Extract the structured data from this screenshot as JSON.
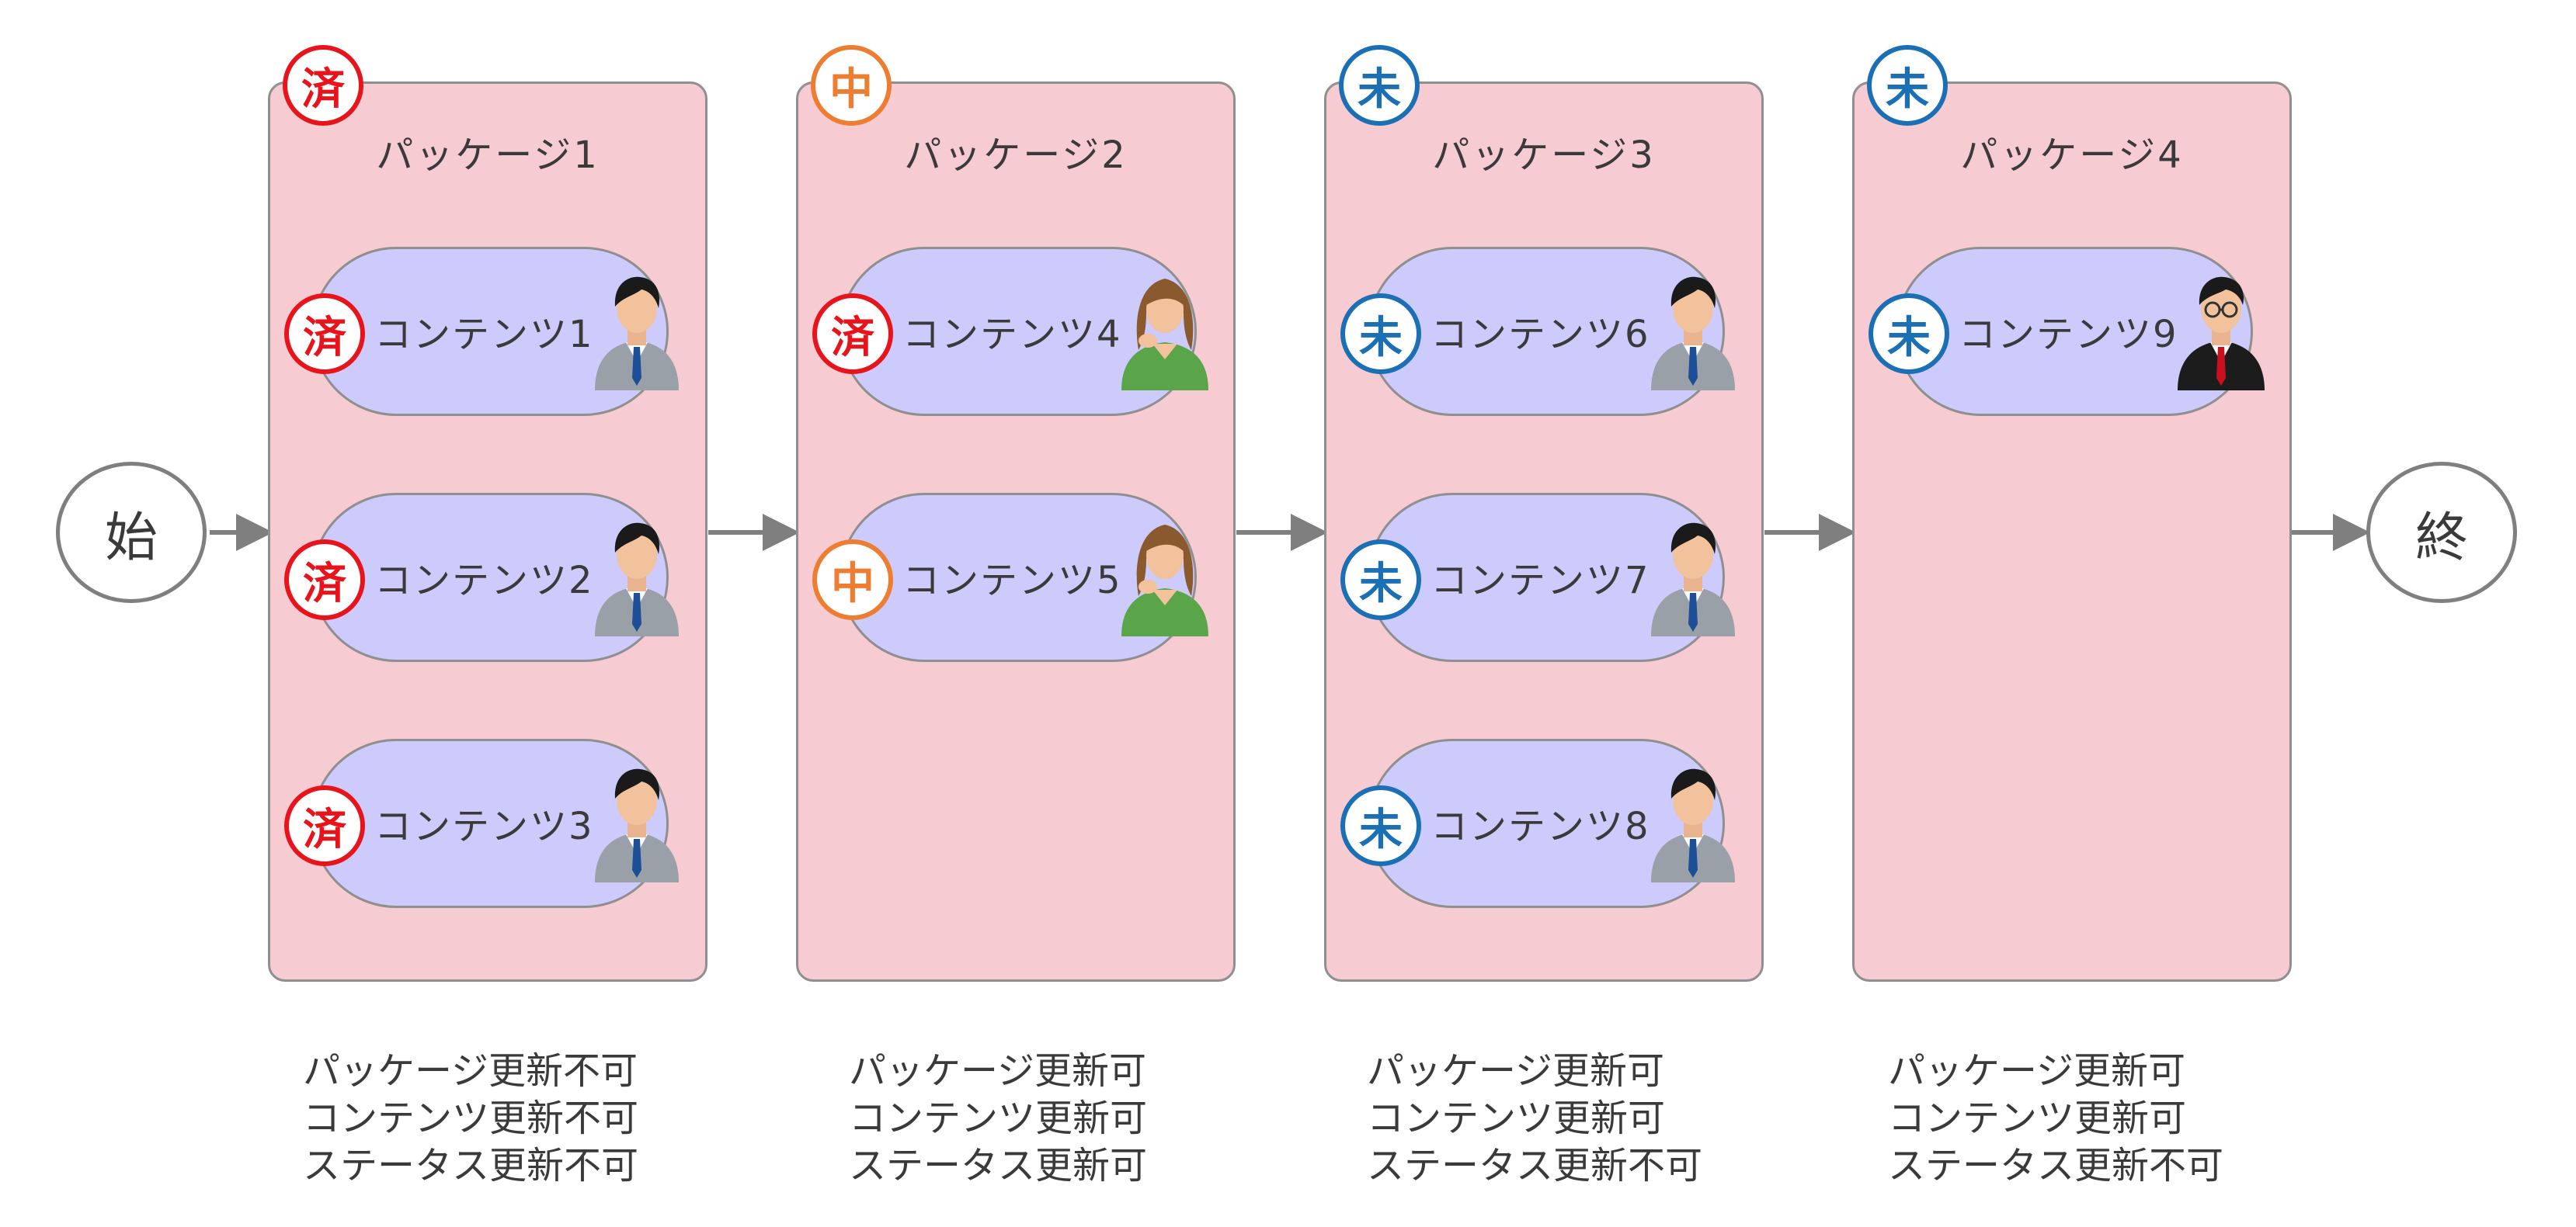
{
  "start_label": "始",
  "end_label": "終",
  "status_marks": {
    "done": "済",
    "in_progress": "中",
    "not_started": "未"
  },
  "colors": {
    "package_fill": "#f7cbd2",
    "content_fill": "#cccbfb",
    "done": "#e8141c",
    "in_progress": "#ed7d31",
    "not_started": "#1a6fb5",
    "connector": "#7f7f7f"
  },
  "packages": [
    {
      "title": "パッケージ1",
      "status": "done",
      "status_mark": "済",
      "contents": [
        {
          "label": "コンテンツ1",
          "status": "done",
          "status_mark": "済",
          "person_icon": "male-worker-icon"
        },
        {
          "label": "コンテンツ2",
          "status": "done",
          "status_mark": "済",
          "person_icon": "male-worker-icon"
        },
        {
          "label": "コンテンツ3",
          "status": "done",
          "status_mark": "済",
          "person_icon": "male-worker-icon"
        }
      ],
      "notes": [
        "パッケージ更新不可",
        "コンテンツ更新不可",
        "ステータス更新不可"
      ]
    },
    {
      "title": "パッケージ2",
      "status": "in_progress",
      "status_mark": "中",
      "contents": [
        {
          "label": "コンテンツ4",
          "status": "done",
          "status_mark": "済",
          "person_icon": "female-worker-icon"
        },
        {
          "label": "コンテンツ5",
          "status": "in_progress",
          "status_mark": "中",
          "person_icon": "female-worker-icon"
        }
      ],
      "notes": [
        "パッケージ更新可",
        "コンテンツ更新可",
        "ステータス更新可"
      ]
    },
    {
      "title": "パッケージ3",
      "status": "not_started",
      "status_mark": "未",
      "contents": [
        {
          "label": "コンテンツ6",
          "status": "not_started",
          "status_mark": "未",
          "person_icon": "male-worker-icon"
        },
        {
          "label": "コンテンツ7",
          "status": "not_started",
          "status_mark": "未",
          "person_icon": "male-worker-icon"
        },
        {
          "label": "コンテンツ8",
          "status": "not_started",
          "status_mark": "未",
          "person_icon": "male-worker-icon"
        }
      ],
      "notes": [
        "パッケージ更新可",
        "コンテンツ更新可",
        "ステータス更新不可"
      ]
    },
    {
      "title": "パッケージ4",
      "status": "not_started",
      "status_mark": "未",
      "contents": [
        {
          "label": "コンテンツ9",
          "status": "not_started",
          "status_mark": "未",
          "person_icon": "manager-icon"
        }
      ],
      "notes": [
        "パッケージ更新可",
        "コンテンツ更新可",
        "ステータス更新不可"
      ]
    }
  ]
}
